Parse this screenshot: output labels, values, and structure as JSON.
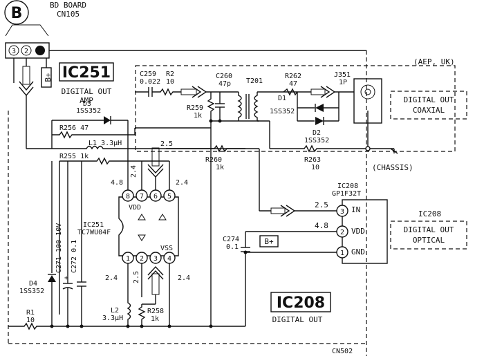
{
  "header": {
    "badge": "B",
    "board_line1": "BD BOARD",
    "board_line2": "CN105",
    "pins": [
      "3",
      "2"
    ]
  },
  "region": {
    "aep_uk": "(AEP, UK)",
    "chassis": "(CHASSIS)",
    "cn502": "CN502"
  },
  "left_block": {
    "ic251_title": "IC251",
    "func_line1": "DIGITAL OUT",
    "func_line2": "AMP",
    "bplus": "B+"
  },
  "components": {
    "d3": [
      "D3",
      "1SS352"
    ],
    "r256": "R256  47",
    "l1": "L1  3.3μH",
    "r255": "R255  1k",
    "c259": [
      "C259",
      "0.022"
    ],
    "r2": [
      "R2",
      "10"
    ],
    "c260": [
      "C260",
      "47p"
    ],
    "t201": "T201",
    "r259": [
      "R259",
      "1k"
    ],
    "r262": [
      "R262",
      "47"
    ],
    "j351": [
      "J351",
      "1P"
    ],
    "d1": [
      "D1",
      "1SS352"
    ],
    "d2": [
      "D2",
      "1SS352"
    ],
    "r263": [
      "R263",
      "10"
    ],
    "r260": [
      "R260",
      "1k"
    ],
    "d4": [
      "D4",
      "1SS352"
    ],
    "c271": "C271  100  10V",
    "c272": "C272  0.1",
    "r1": [
      "R1",
      "10"
    ],
    "l2": [
      "L2",
      "3.3μH"
    ],
    "r258": [
      "R258",
      "1k"
    ],
    "c274": [
      "C274",
      "0.1"
    ]
  },
  "ic251_chip": {
    "name": [
      "IC251",
      "TC7WU04F"
    ],
    "vdd": "VDD",
    "vss": "VSS",
    "top_pins": [
      "8",
      "7",
      "6",
      "5"
    ],
    "bottom_pins": [
      "1",
      "2",
      "3",
      "4"
    ],
    "voltages_top": [
      "4.8",
      "2.4",
      "2.5",
      "2.4"
    ],
    "voltages_bottom": [
      "2.4",
      "2.5",
      "2.4"
    ]
  },
  "ic208_chip": {
    "name": [
      "IC208",
      "GP1F32T"
    ],
    "pins": [
      {
        "num": "3",
        "label": "IN",
        "voltage": "2.5"
      },
      {
        "num": "2",
        "label": "VDD",
        "voltage": "4.8"
      },
      {
        "num": "1",
        "label": "GND",
        "voltage": ""
      }
    ],
    "bplus": "B+"
  },
  "labels": {
    "coaxial": [
      "DIGITAL OUT",
      "COAXIAL"
    ],
    "optical_title": "IC208",
    "optical": [
      "DIGITAL OUT",
      "OPTICAL"
    ],
    "ic208_big": "IC208",
    "ic208_sub": "DIGITAL OUT"
  }
}
